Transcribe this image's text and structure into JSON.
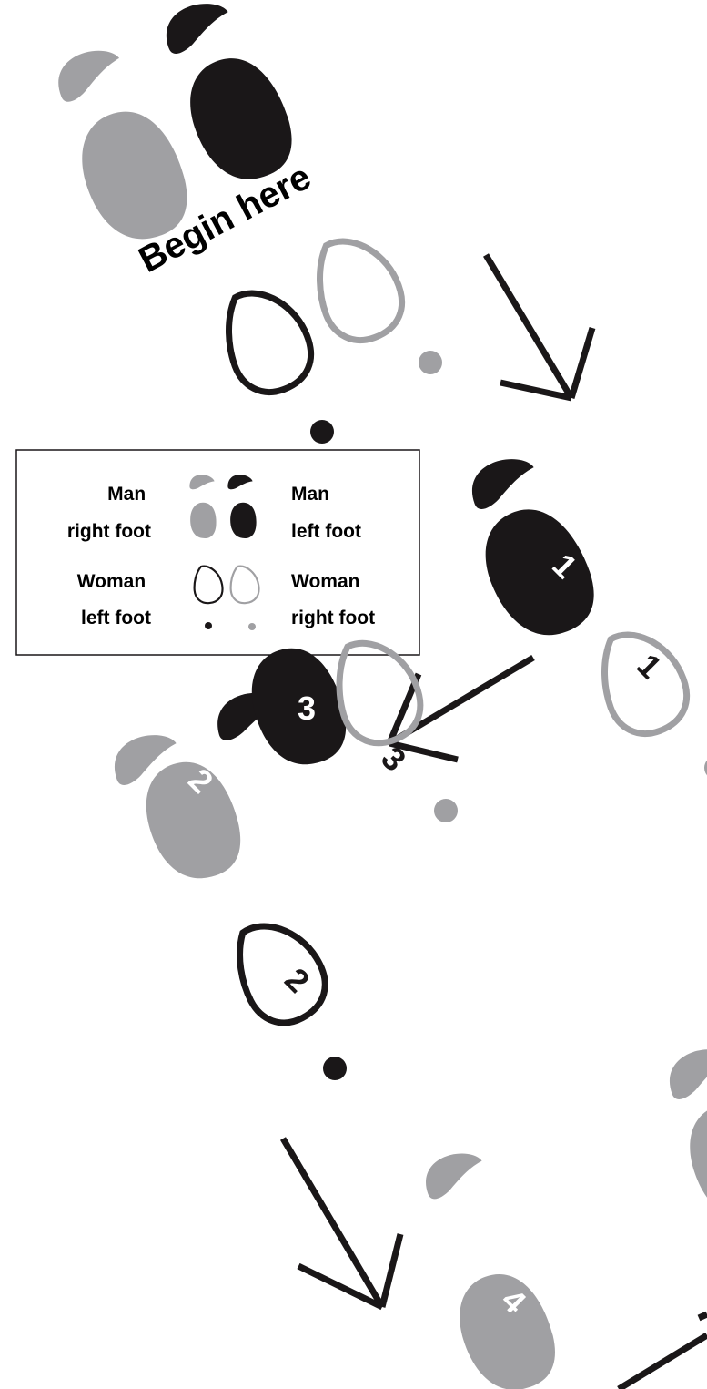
{
  "title": "Begin here",
  "legend": {
    "man_right_foot": [
      "Man",
      "right foot"
    ],
    "man_left_foot": [
      "Man",
      "left foot"
    ],
    "woman_left_foot": [
      "Woman",
      "left foot"
    ],
    "woman_right_foot": [
      "Woman",
      "right foot"
    ]
  },
  "step_numbers": {
    "man_step_1": "1",
    "woman_step_1": "1",
    "man_step_2": "2",
    "woman_step_2": "2",
    "man_step_3": "3",
    "woman_step_3": "3",
    "man_step_4": "4"
  },
  "colors": {
    "man_left": "#1a1718",
    "man_right": "#a0a0a3",
    "woman_left_outline": "#1a1718",
    "woman_right_outline": "#a0a0a3",
    "background": "#ffffff"
  }
}
